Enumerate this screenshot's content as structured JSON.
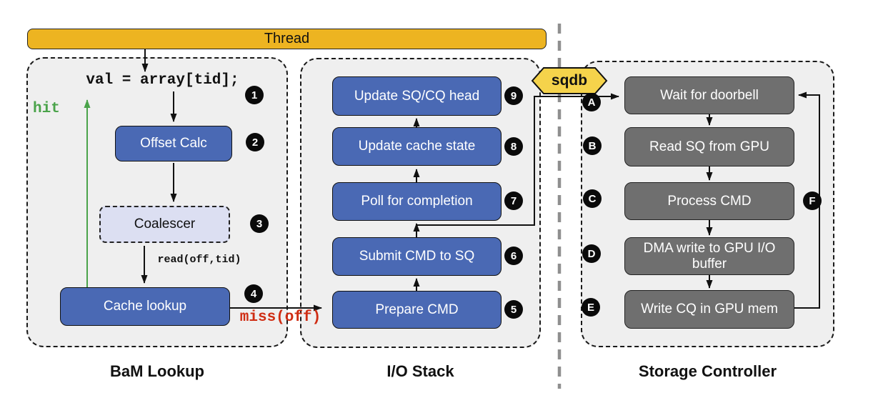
{
  "thread": {
    "label": "Thread"
  },
  "sqdb": {
    "label": "sqdb"
  },
  "bam": {
    "title": "BaM Lookup",
    "code": "val = array[tid];",
    "code_badge": "1",
    "hit": "hit",
    "read": "read(off,tid)",
    "miss": "miss(off)",
    "offset_calc": {
      "label": "Offset Calc",
      "badge": "2"
    },
    "coalescer": {
      "label": "Coalescer",
      "badge": "3"
    },
    "cache_lookup": {
      "label": "Cache lookup",
      "badge": "4"
    }
  },
  "io": {
    "title": "I/O Stack",
    "steps": [
      {
        "label": "Update SQ/CQ head",
        "badge": "9"
      },
      {
        "label": "Update cache state",
        "badge": "8"
      },
      {
        "label": "Poll for completion",
        "badge": "7"
      },
      {
        "label": "Submit CMD to SQ",
        "badge": "6"
      },
      {
        "label": "Prepare CMD",
        "badge": "5"
      }
    ]
  },
  "storage": {
    "title": "Storage Controller",
    "steps": [
      {
        "label": "Wait for doorbell",
        "badge": "A"
      },
      {
        "label": "Read SQ from GPU",
        "badge": "B"
      },
      {
        "label": "Process CMD",
        "badge": "C",
        "badge_right": "F"
      },
      {
        "label": "DMA write to GPU I/O buffer",
        "badge": "D"
      },
      {
        "label": "Write CQ in GPU mem",
        "badge": "E"
      }
    ]
  },
  "colors": {
    "thread_bar": "#edb421",
    "sqdb_fill": "#f5d34b",
    "blue_box": "#4a69b4",
    "gray_box": "#6f6f6f",
    "coalescer_fill": "#dcdff2",
    "panel_fill": "#efefef",
    "hit_green": "#4aa34a",
    "miss_red": "#cf2c12",
    "badge_black": "#0a0a0a",
    "divider_gray": "#8f8f8f"
  }
}
